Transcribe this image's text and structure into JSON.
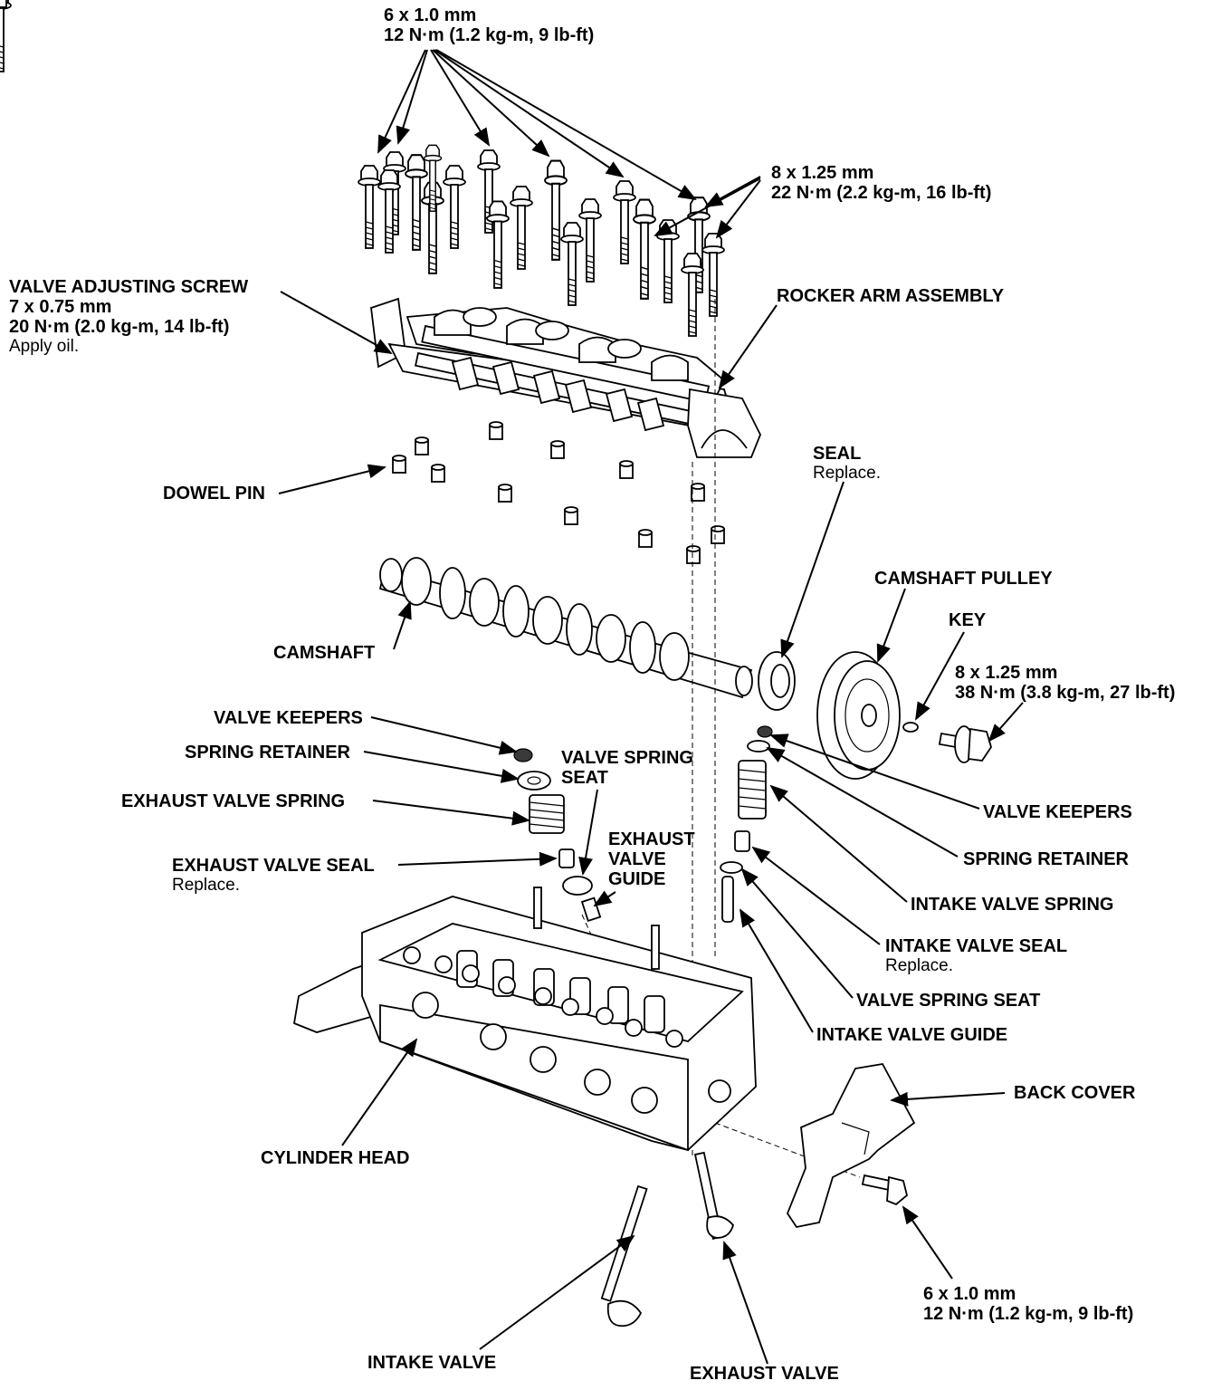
{
  "diagram": {
    "labels": {
      "top_bolts": {
        "size": "6 x 1.0 mm",
        "torque": "12 N·m (1.2 kg-m, 9 lb-ft)"
      },
      "right_bolts": {
        "size": "8 x 1.25 mm",
        "torque": "22 N·m (2.2 kg-m, 16 lb-ft)"
      },
      "valve_adjusting_screw": {
        "name": "VALVE ADJUSTING SCREW",
        "size": "7 x 0.75 mm",
        "torque": "20 N·m (2.0 kg-m, 14 lb-ft)",
        "note": "Apply oil."
      },
      "rocker_arm_assembly": "ROCKER ARM ASSEMBLY",
      "dowel_pin": "DOWEL PIN",
      "seal": {
        "name": "SEAL",
        "note": "Replace."
      },
      "camshaft_pulley": "CAMSHAFT PULLEY",
      "key": "KEY",
      "pulley_bolt": {
        "size": "8 x 1.25 mm",
        "torque": "38 N·m (3.8 kg-m, 27 lb-ft)"
      },
      "camshaft": "CAMSHAFT",
      "valve_keepers_left": "VALVE KEEPERS",
      "spring_retainer_left": "SPRING RETAINER",
      "exhaust_valve_spring": "EXHAUST VALVE SPRING",
      "valve_spring_seat_left": {
        "line1": "VALVE SPRING",
        "line2": "SEAT"
      },
      "exhaust_valve_guide": {
        "line1": "EXHAUST",
        "line2": "VALVE",
        "line3": "GUIDE"
      },
      "exhaust_valve_seal": {
        "name": "EXHAUST VALVE SEAL",
        "note": "Replace."
      },
      "valve_keepers_right": "VALVE KEEPERS",
      "spring_retainer_right": "SPRING RETAINER",
      "intake_valve_spring": "INTAKE VALVE SPRING",
      "intake_valve_seal": {
        "name": "INTAKE VALVE SEAL",
        "note": "Replace."
      },
      "valve_spring_seat_right": "VALVE SPRING SEAT",
      "intake_valve_guide": "INTAKE VALVE GUIDE",
      "back_cover": "BACK COVER",
      "cylinder_head": "CYLINDER HEAD",
      "cover_bolt": {
        "size": "6 x 1.0 mm",
        "torque": "12 N·m (1.2 kg-m, 9 lb-ft)"
      },
      "intake_valve": "INTAKE VALVE",
      "exhaust_valve": "EXHAUST VALVE"
    }
  }
}
